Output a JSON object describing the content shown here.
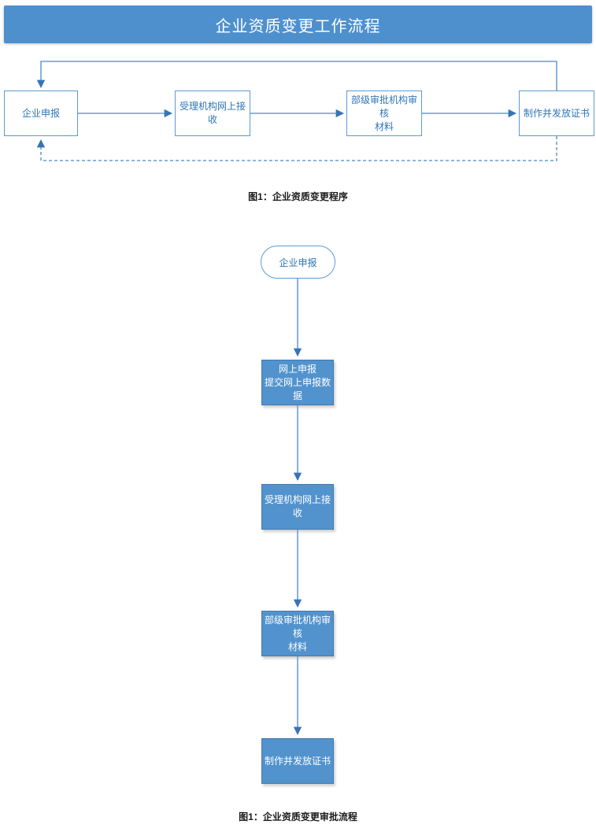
{
  "header": {
    "title": "企业资质变更工作流程"
  },
  "figure1": {
    "caption": "图1：企业资质变更程序",
    "nodes": [
      {
        "lines": [
          "企业申报"
        ]
      },
      {
        "lines": [
          "受理机构网上接收"
        ]
      },
      {
        "lines": [
          "部级审批机构审核",
          "材料"
        ]
      },
      {
        "lines": [
          "制作并发放证书"
        ]
      }
    ]
  },
  "figure2": {
    "caption": "图1：企业资质变更审批流程",
    "start": {
      "lines": [
        "企业申报"
      ]
    },
    "nodes": [
      {
        "lines": [
          "网上申报",
          "提交网上申报数据"
        ]
      },
      {
        "lines": [
          "受理机构网上接收"
        ]
      },
      {
        "lines": [
          "部级审批机构审核",
          "材料"
        ]
      },
      {
        "lines": [
          "制作并发放证书"
        ]
      }
    ]
  },
  "icons": {
    "arrowhead": "filled-triangle"
  },
  "colors": {
    "banner_fill": "#4E90CE",
    "line_blue": "#4A89C8",
    "arrow_blue": "#3674B5",
    "node_border_blue": "#5B9BD5",
    "node_fill_blue": "#5293CE",
    "node_text_blue": "#2E75B6",
    "node_text_white": "#FFFFFF",
    "caption_text": "#1A1A1A"
  }
}
